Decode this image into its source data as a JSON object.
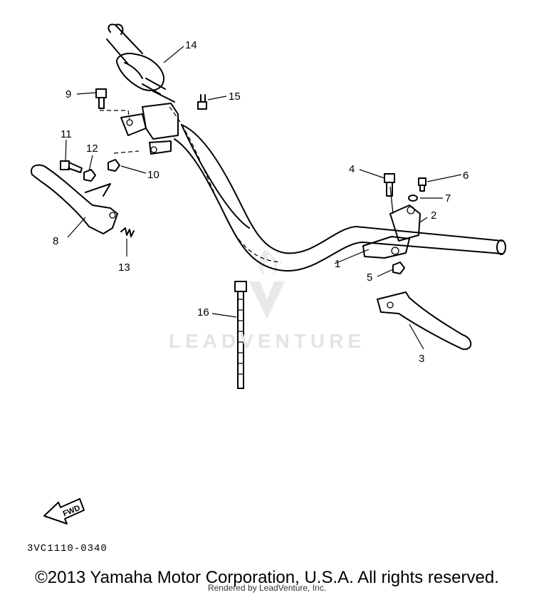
{
  "callouts": [
    "1",
    "2",
    "3",
    "4",
    "5",
    "6",
    "7",
    "8",
    "9",
    "10",
    "11",
    "12",
    "13",
    "14",
    "15",
    "16"
  ],
  "fwd_badge": "FWD",
  "diagram_code": "3VC1110-0340",
  "watermark": "LEADVENTURE",
  "copyright": "©2013 Yamaha Motor Corporation, U.S.A. All rights reserved.",
  "rendered_by": "Rendered by LeadVenture, Inc."
}
